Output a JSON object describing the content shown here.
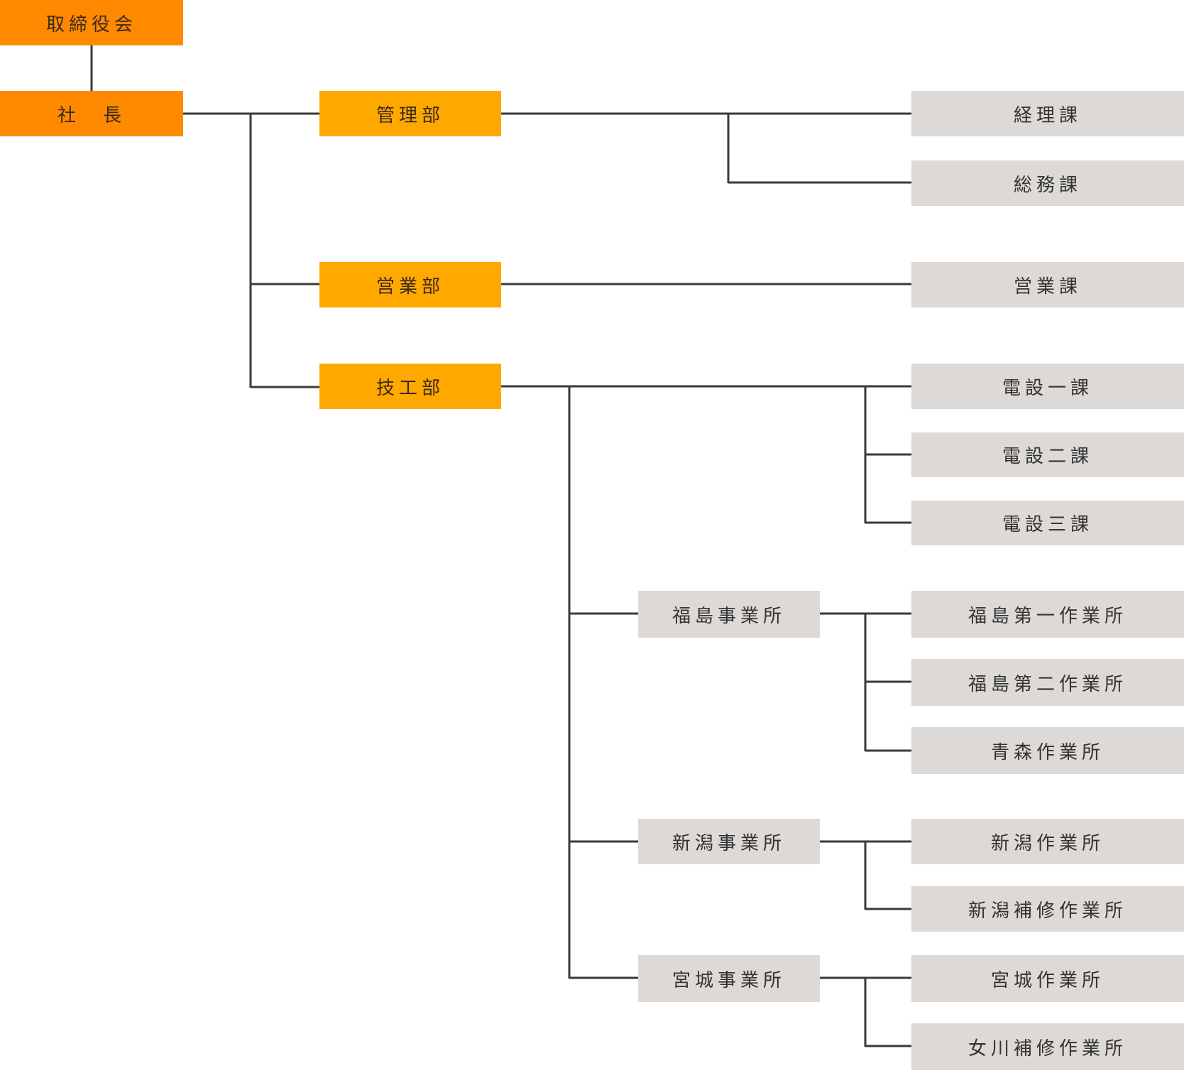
{
  "colors": {
    "executive": "#ff8a00",
    "department": "#ffa800",
    "section": "#dcd9d6",
    "line": "#3a3a3a"
  },
  "nodes": {
    "board": "取締役会",
    "president": "社　長",
    "kanri": "管理部",
    "eigyo_bu": "営業部",
    "giko": "技工部",
    "keiri": "経理課",
    "somu": "総務課",
    "eigyo_ka": "営業課",
    "densetsu1": "電設一課",
    "densetsu2": "電設二課",
    "densetsu3": "電設三課",
    "fukushima_office": "福島事業所",
    "niigata_office": "新潟事業所",
    "miyagi_office": "宮城事業所",
    "fukushima1": "福島第一作業所",
    "fukushima2": "福島第二作業所",
    "aomori": "青森作業所",
    "niigata_work": "新潟作業所",
    "niigata_repair": "新潟補修作業所",
    "miyagi_work": "宮城作業所",
    "onagawa_repair": "女川補修作業所"
  }
}
